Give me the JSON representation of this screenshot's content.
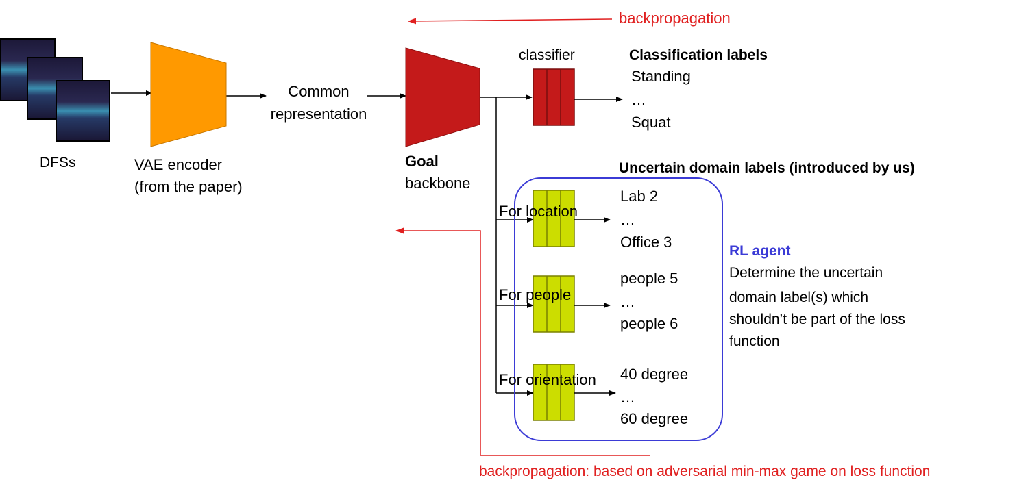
{
  "colors": {
    "encoder": "#ff9900",
    "backbone": "#c41a1a",
    "classifier": "#c41a1a",
    "domain_classifier": "#ccdd00",
    "backprop": "#e02020",
    "rl_box": "#3b3bd6"
  },
  "inputs": {
    "label": "DFSs"
  },
  "encoder": {
    "line1": "VAE encoder",
    "line2": "(from the paper)"
  },
  "representation": {
    "line1": "Common",
    "line2": "representation"
  },
  "backbone": {
    "line1": "Goal",
    "line2": "backbone"
  },
  "classifier": {
    "label": "classifier"
  },
  "classification_labels": {
    "title": "Classification labels",
    "items": [
      "Standing",
      "…",
      "Squat"
    ]
  },
  "domain_labels": {
    "title": "Uncertain domain labels (introduced by us)",
    "branches": [
      {
        "label": "For location",
        "items": [
          "Lab 2",
          "…",
          "Office 3"
        ]
      },
      {
        "label": "For people",
        "items": [
          "people 5",
          "…",
          "people 6"
        ]
      },
      {
        "label": "For orientation",
        "items": [
          "40 degree",
          "…",
          "60 degree"
        ]
      }
    ]
  },
  "rl_agent": {
    "title": "RL agent",
    "lines": [
      "Determine the uncertain",
      "domain label(s) which",
      "shouldn’t be part of the loss",
      "function"
    ]
  },
  "backprop_top": {
    "label": "backpropagation"
  },
  "backprop_bottom": {
    "label": "backpropagation: based on adversarial min-max game on loss function"
  }
}
